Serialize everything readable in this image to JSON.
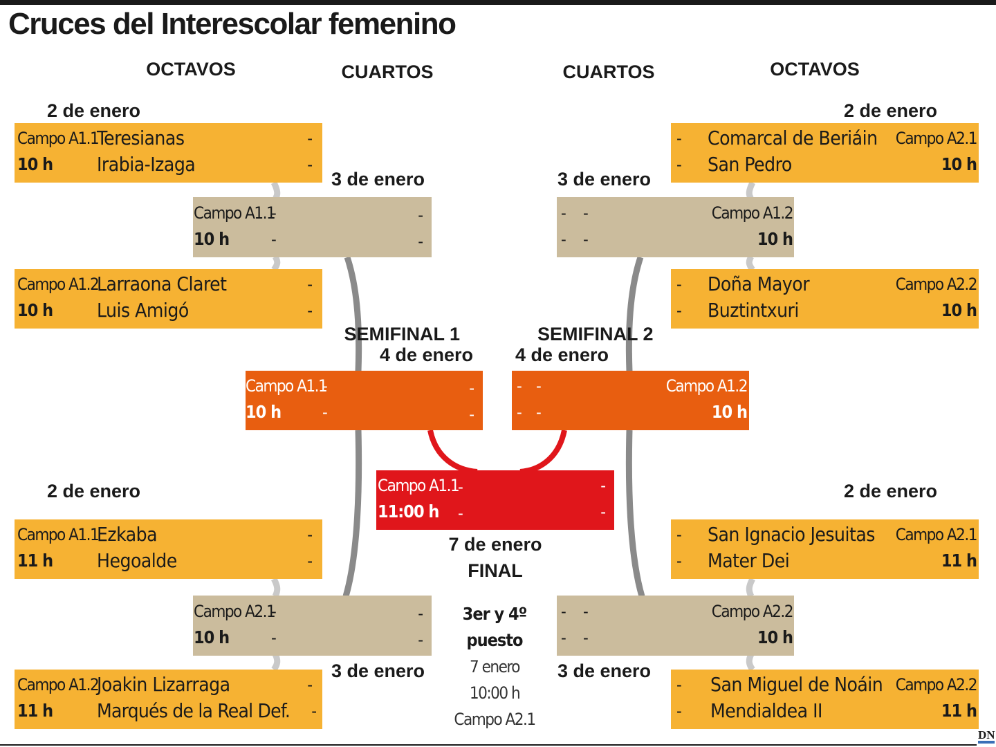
{
  "title": "Cruces del Interescolar femenino",
  "columns": {
    "left_octavos": "OCTAVOS",
    "left_cuartos": "CUARTOS",
    "right_cuartos": "CUARTOS",
    "right_octavos": "OCTAVOS"
  },
  "dates": {
    "octavos_top_left": "2 de enero",
    "octavos_top_right": "2 de enero",
    "octavos_bottom_left": "2 de enero",
    "octavos_bottom_right": "2 de enero",
    "cuartos_top_left": "3 de enero",
    "cuartos_top_right": "3 de enero",
    "cuartos_bottom_left": "3 de enero",
    "cuartos_bottom_right": "3 de enero"
  },
  "semifinals": {
    "s1": {
      "title": "SEMIFINAL 1",
      "date": "4 de enero"
    },
    "s2": {
      "title": "SEMIFINAL 2",
      "date": "4 de enero"
    }
  },
  "octavos": {
    "l1": {
      "venue": "Campo A1.1",
      "time": "10 h",
      "team1": "Teresianas",
      "team2": "Irabia-Izaga",
      "score1": "-",
      "score2": "-"
    },
    "l2": {
      "venue": "Campo A1.2",
      "time": "10 h",
      "team1": "Larraona Claret",
      "team2": "Luis Amigó",
      "score1": "-",
      "score2": "-"
    },
    "l3": {
      "venue": "Campo A1.1",
      "time": "11 h",
      "team1": "Ezkaba",
      "team2": "Hegoalde",
      "score1": "-",
      "score2": "-"
    },
    "l4": {
      "venue": "Campo A1.2",
      "time": "11 h",
      "team1": "Joakin Lizarraga",
      "team2": "Marqués de la Real Def.",
      "score1": "-",
      "score2": "-"
    },
    "r1": {
      "venue": "Campo A2.1",
      "time": "10 h",
      "team1": "Comarcal de Beriáin",
      "team2": "San Pedro",
      "score1": "-",
      "score2": "-"
    },
    "r2": {
      "venue": "Campo A2.2",
      "time": "10 h",
      "team1": "Doña Mayor",
      "team2": "Buztintxuri",
      "score1": "-",
      "score2": "-"
    },
    "r3": {
      "venue": "Campo A2.1",
      "time": "11 h",
      "team1": "San Ignacio Jesuitas",
      "team2": "Mater Dei",
      "score1": "-",
      "score2": "-"
    },
    "r4": {
      "venue": "Campo A2.2",
      "time": "11 h",
      "team1": "San Miguel de Noáin",
      "team2": "Mendialdea II",
      "score1": "-",
      "score2": "-"
    }
  },
  "cuartos": {
    "lt": {
      "venue": "Campo A1.1",
      "time": "10 h",
      "team1": "-",
      "team2": "-",
      "score1": "-",
      "score2": "-"
    },
    "lb": {
      "venue": "Campo A2.1",
      "time": "10 h",
      "team1": "-",
      "team2": "-",
      "score1": "-",
      "score2": "-"
    },
    "rt": {
      "venue": "Campo A1.2",
      "time": "10 h",
      "team1": "-",
      "team2": "-",
      "score1": "-",
      "score2": "-"
    },
    "rb": {
      "venue": "Campo A2.2",
      "time": "10 h",
      "team1": "-",
      "team2": "-",
      "score1": "-",
      "score2": "-"
    }
  },
  "semis_matches": {
    "s1": {
      "venue": "Campo A1.1",
      "time": "10 h",
      "team1": "-",
      "team2": "-",
      "score1": "-",
      "score2": "-"
    },
    "s2": {
      "venue": "Campo A1.2",
      "time": "10 h",
      "team1": "-",
      "team2": "-",
      "score1": "-",
      "score2": "-"
    }
  },
  "final": {
    "venue": "Campo A1.1",
    "time": "11:00 h",
    "team1": "-",
    "team2": "-",
    "score1": "-",
    "score2": "-",
    "date": "7 de enero",
    "label": "FINAL"
  },
  "third_place": {
    "title_line1": "3er y 4º",
    "title_line2": "puesto",
    "date": "7 enero",
    "time": "10:00 h",
    "venue": "Campo A2.1"
  },
  "logo": "DN",
  "colors": {
    "octavos": "#f6b233",
    "cuartos": "#cbbc9d",
    "semifinal": "#e85e10",
    "final": "#e0161b",
    "connector_light": "#c9c9c9",
    "connector_dark": "#8a8a8a"
  }
}
